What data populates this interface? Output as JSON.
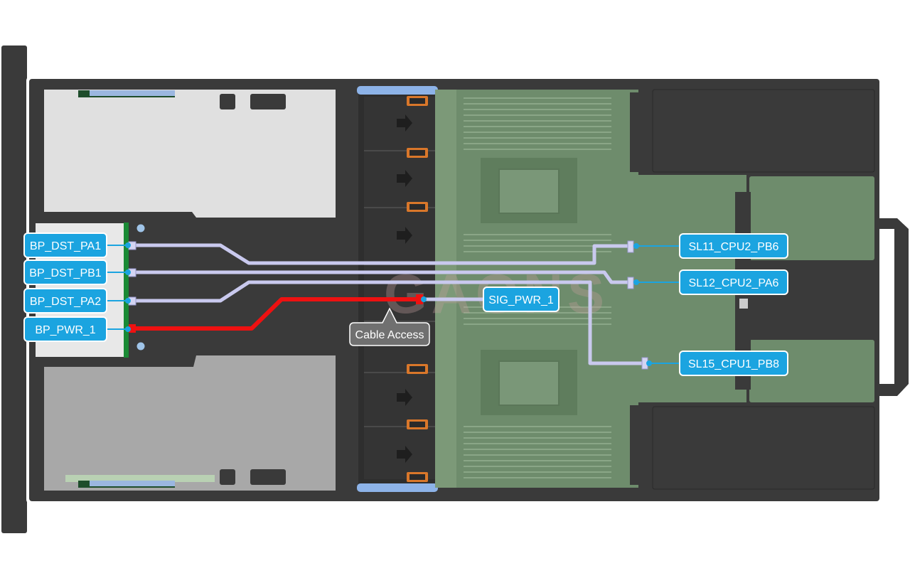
{
  "colors": {
    "chassis": "#3a3a3a",
    "panel": "#e6e6e6",
    "board": "#6e8c6c",
    "cable": "#c9c9ee",
    "power_cable": "#ee1111",
    "label_fill": "#1ba4e0",
    "tip_fill": "#707070"
  },
  "labels": {
    "bp_dst_pa1": "BP_DST_PA1",
    "bp_dst_pb1": "BP_DST_PB1",
    "bp_dst_pa2": "BP_DST_PA2",
    "bp_pwr_1": "BP_PWR_1",
    "sig_pwr_1": "SIG_PWR_1",
    "sl11_cpu2_pb6": "SL11_CPU2_PB6",
    "sl12_cpu2_pa6": "SL12_CPU2_PA6",
    "sl15_cpu1_pb8": "SL15_CPU1_PB8",
    "cable_access": "Cable Access"
  },
  "watermark": "GAONS"
}
